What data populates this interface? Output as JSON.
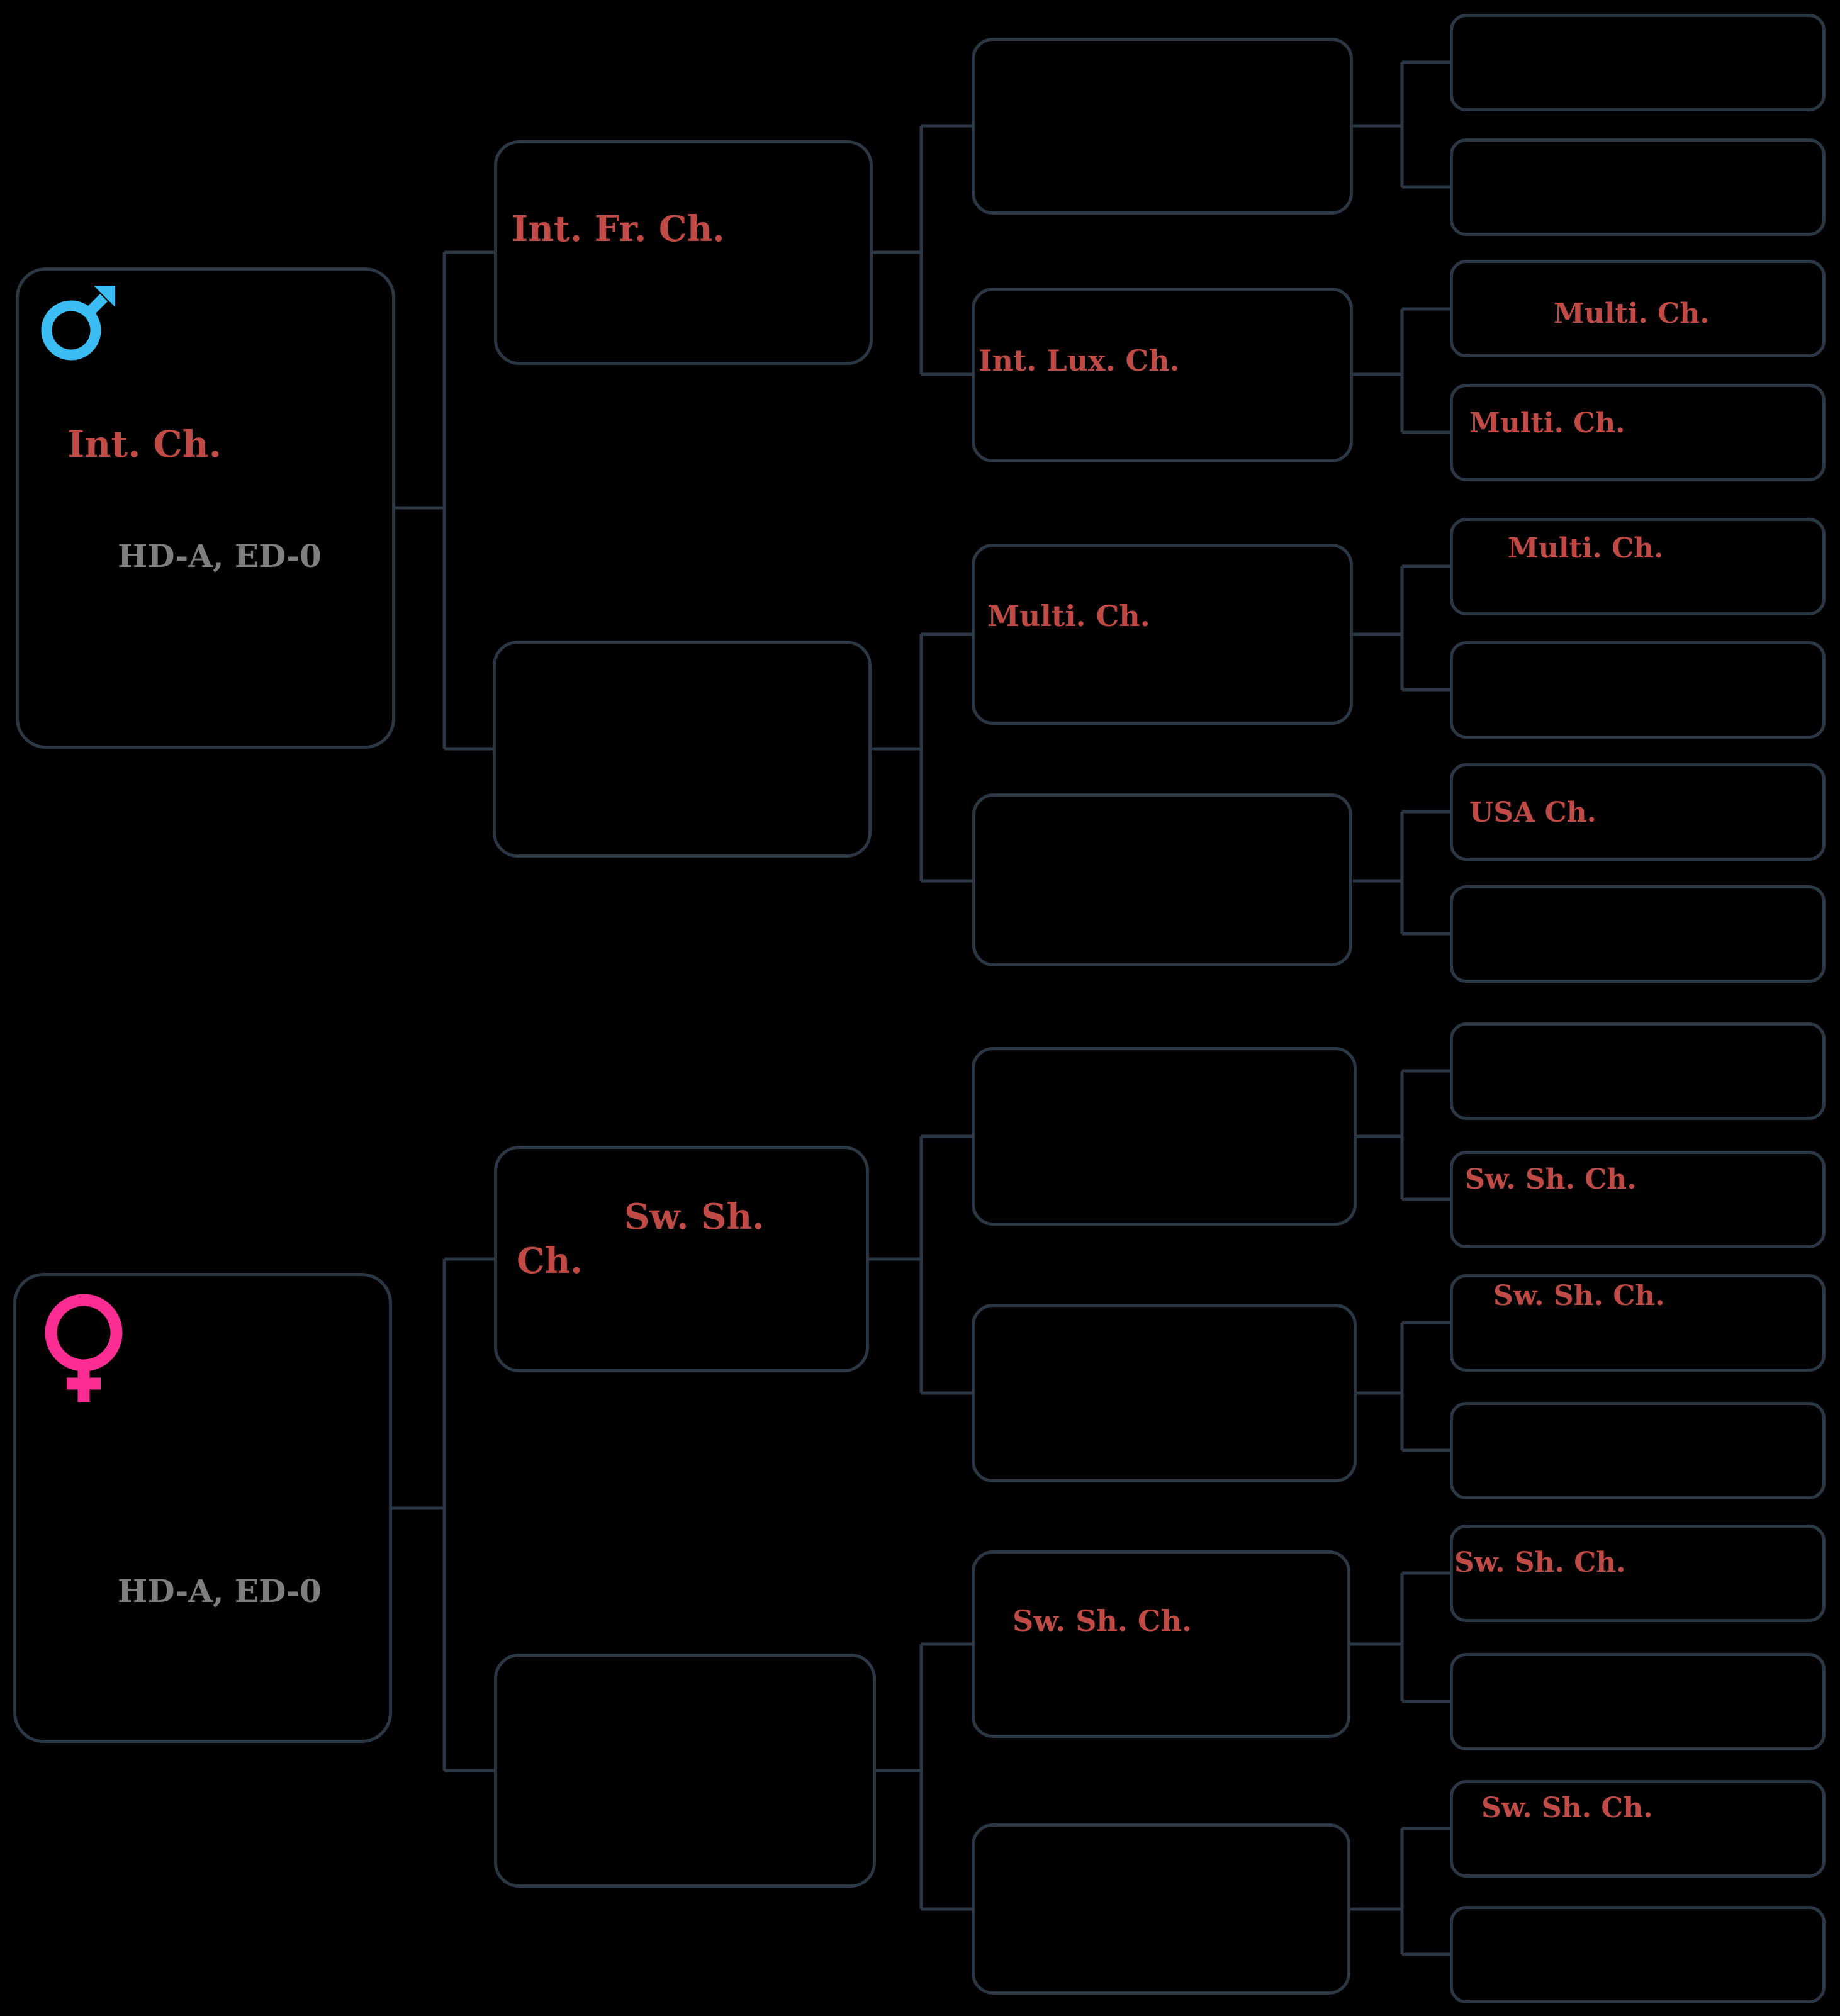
{
  "page": {
    "background_color": "#000000",
    "type": "pedigree-tree-4-generations"
  },
  "colors": {
    "box_border": "#2b3743",
    "connector_line": "#2b3743",
    "title_red": "#c04a45",
    "health_gray": "#7e7e7e",
    "male_symbol": "#3bbcf2",
    "female_symbol": "#fb2d93"
  },
  "symbols": {
    "male": "♂",
    "female": "♀"
  },
  "nodes": {
    "sire": {
      "sex": "male",
      "title": "Int. Ch.",
      "health": "HD-A, ED-0"
    },
    "dam": {
      "sex": "female",
      "title": "",
      "health": "HD-A, ED-0"
    },
    "gen2": [
      {
        "title": "Int. Fr. Ch."
      },
      {
        "title": ""
      },
      {
        "title_line1": "Sw. Sh.",
        "title_line2": "Ch."
      },
      {
        "title": ""
      }
    ],
    "gen3": [
      {
        "title": ""
      },
      {
        "title": "Int. Lux. Ch."
      },
      {
        "title": "Multi. Ch."
      },
      {
        "title": ""
      },
      {
        "title": ""
      },
      {
        "title": ""
      },
      {
        "title": "Sw. Sh. Ch."
      },
      {
        "title": ""
      }
    ],
    "gen4": [
      {
        "title": ""
      },
      {
        "title": ""
      },
      {
        "title": "Multi. Ch."
      },
      {
        "title": "Multi. Ch."
      },
      {
        "title": "Multi. Ch."
      },
      {
        "title": ""
      },
      {
        "title": "USA Ch."
      },
      {
        "title": ""
      },
      {
        "title": ""
      },
      {
        "title": "Sw. Sh. Ch."
      },
      {
        "title": "Sw. Sh. Ch."
      },
      {
        "title": ""
      },
      {
        "title": "Sw. Sh. Ch."
      },
      {
        "title": ""
      },
      {
        "title": "Sw. Sh. Ch."
      },
      {
        "title": ""
      }
    ]
  }
}
